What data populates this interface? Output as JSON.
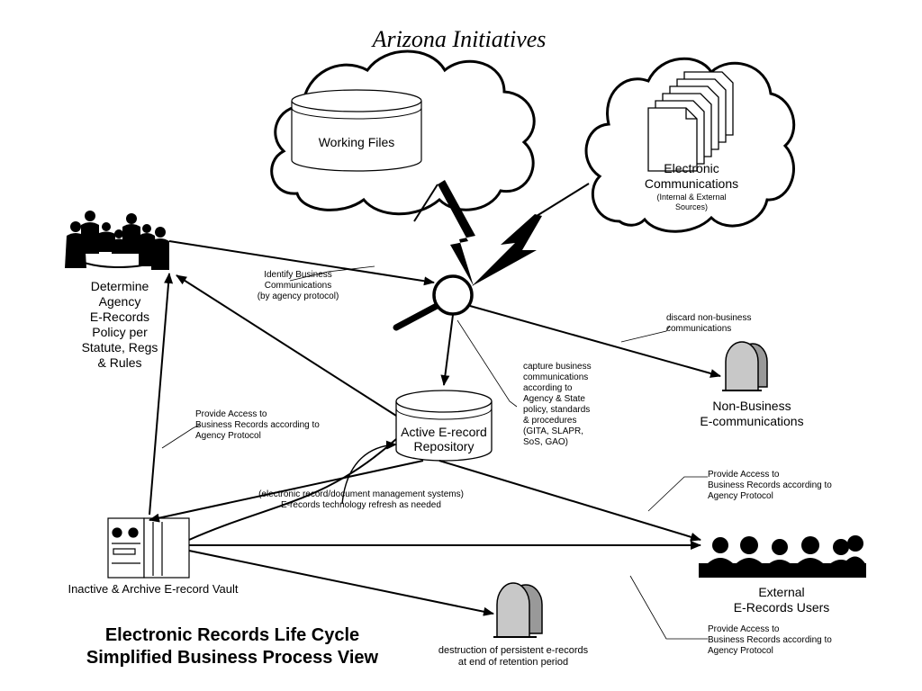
{
  "title": "Arizona Initiatives",
  "nodes": {
    "working_files": "Working Files",
    "electronic_communications": "Electronic\nCommunications",
    "electronic_communications_sub": "(Internal & External\nSources)",
    "determine_policy": "Determine\nAgency\nE-Records\nPolicy per\nStatute, Regs\n& Rules",
    "active_repository": "Active E-record\nRepository",
    "non_business": "Non-Business\nE-communications",
    "vault": "Inactive & Archive E-record Vault",
    "external_users": "External\nE-Records Users"
  },
  "annotations": {
    "identify": "Identify Business\nCommunications\n(by agency protocol)",
    "discard": "discard non-business\ncommunications",
    "capture": "capture business\ncommunications\naccording to\nAgency & State\npolicy, standards\n& procedures\n(GITA, SLAPR,\nSoS, GAO)",
    "provide_access_left": "Provide Access to\nBusiness Records according to\nAgency Protocol",
    "provide_access_right_top": "Provide Access to\nBusiness Records according to\nAgency Protocol",
    "provide_access_right_bottom": "Provide Access to\nBusiness Records according to\nAgency Protocol",
    "tech_refresh": "(electronic record/document management systems)\nE-records technology refresh as needed",
    "destruction": "destruction of persistent e-records\nat end of retention period"
  },
  "footer_title": "Electronic Records Life Cycle\nSimplified Business Process View",
  "icons": [
    "cloud-icon",
    "database-cylinder-icon",
    "document-stack-icon",
    "lightning-bolt-icon",
    "magnifying-glass-icon",
    "meeting-people-icon",
    "tombstone-icon",
    "server-cabinet-icon",
    "audience-silhouette-icon"
  ],
  "colors": {
    "line": "#000000",
    "tombstone_fill": "#c8c8c8",
    "background": "#ffffff"
  }
}
